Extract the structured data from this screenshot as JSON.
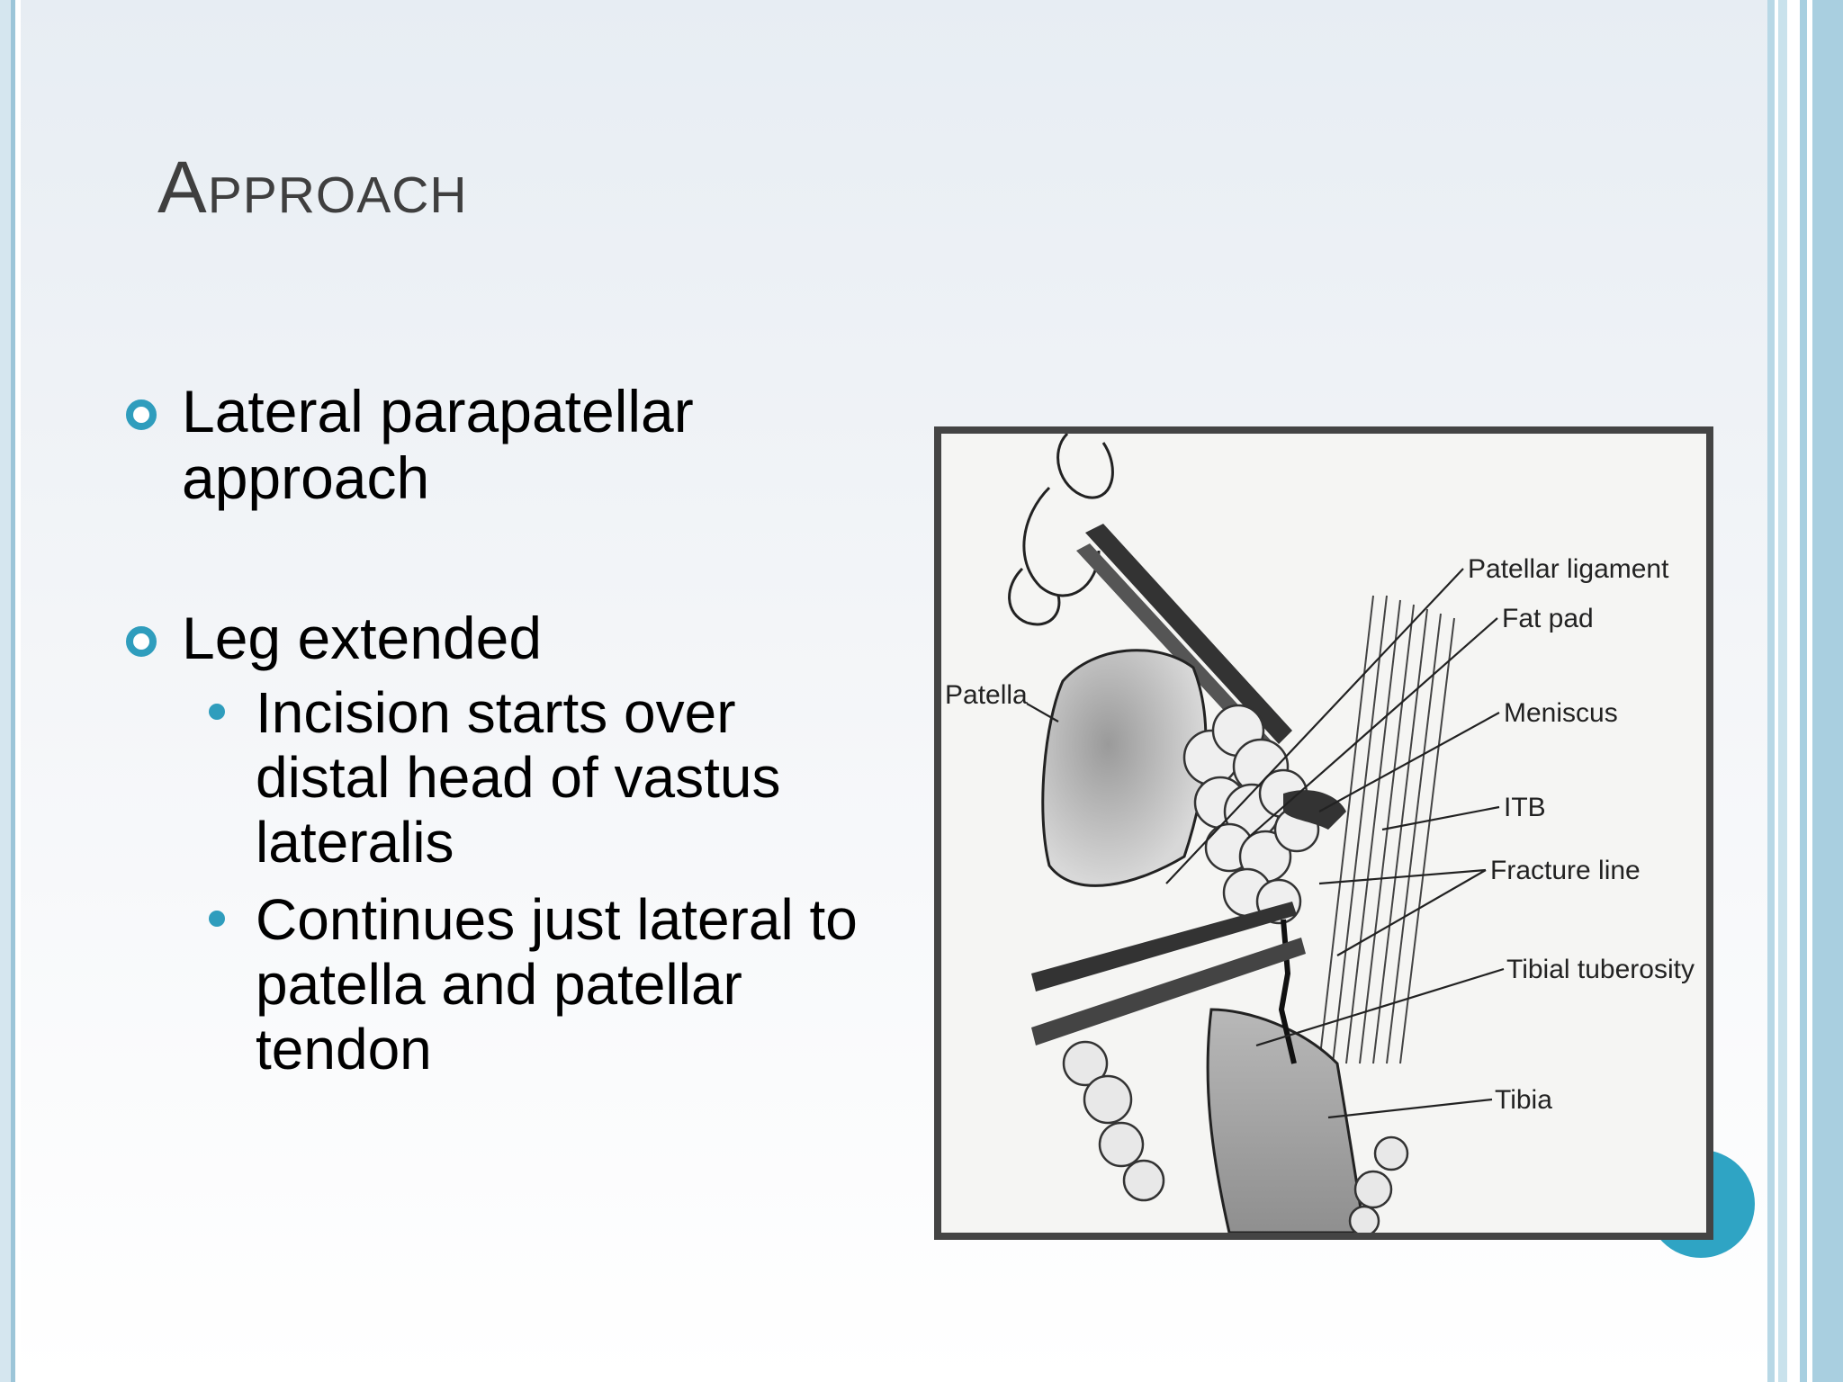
{
  "slide": {
    "title": "Approach",
    "bullets": [
      {
        "text": "Lateral parapatellar approach"
      },
      {
        "text": "Leg extended",
        "sub_bullets": [
          "Incision starts over distal head of vastus lateralis",
          "Continues just lateral to patella and patellar tendon"
        ]
      }
    ]
  },
  "figure": {
    "labels": {
      "patellar_ligament": "Patellar ligament",
      "fat_pad": "Fat pad",
      "patella": "Patella",
      "meniscus": "Meniscus",
      "itb": "ITB",
      "fracture_line": "Fracture line",
      "tibial_tuberosity": "Tibial tuberosity",
      "tibia": "Tibia"
    }
  },
  "colors": {
    "accent": "#2f9dbd",
    "title": "#3f3f3f"
  }
}
